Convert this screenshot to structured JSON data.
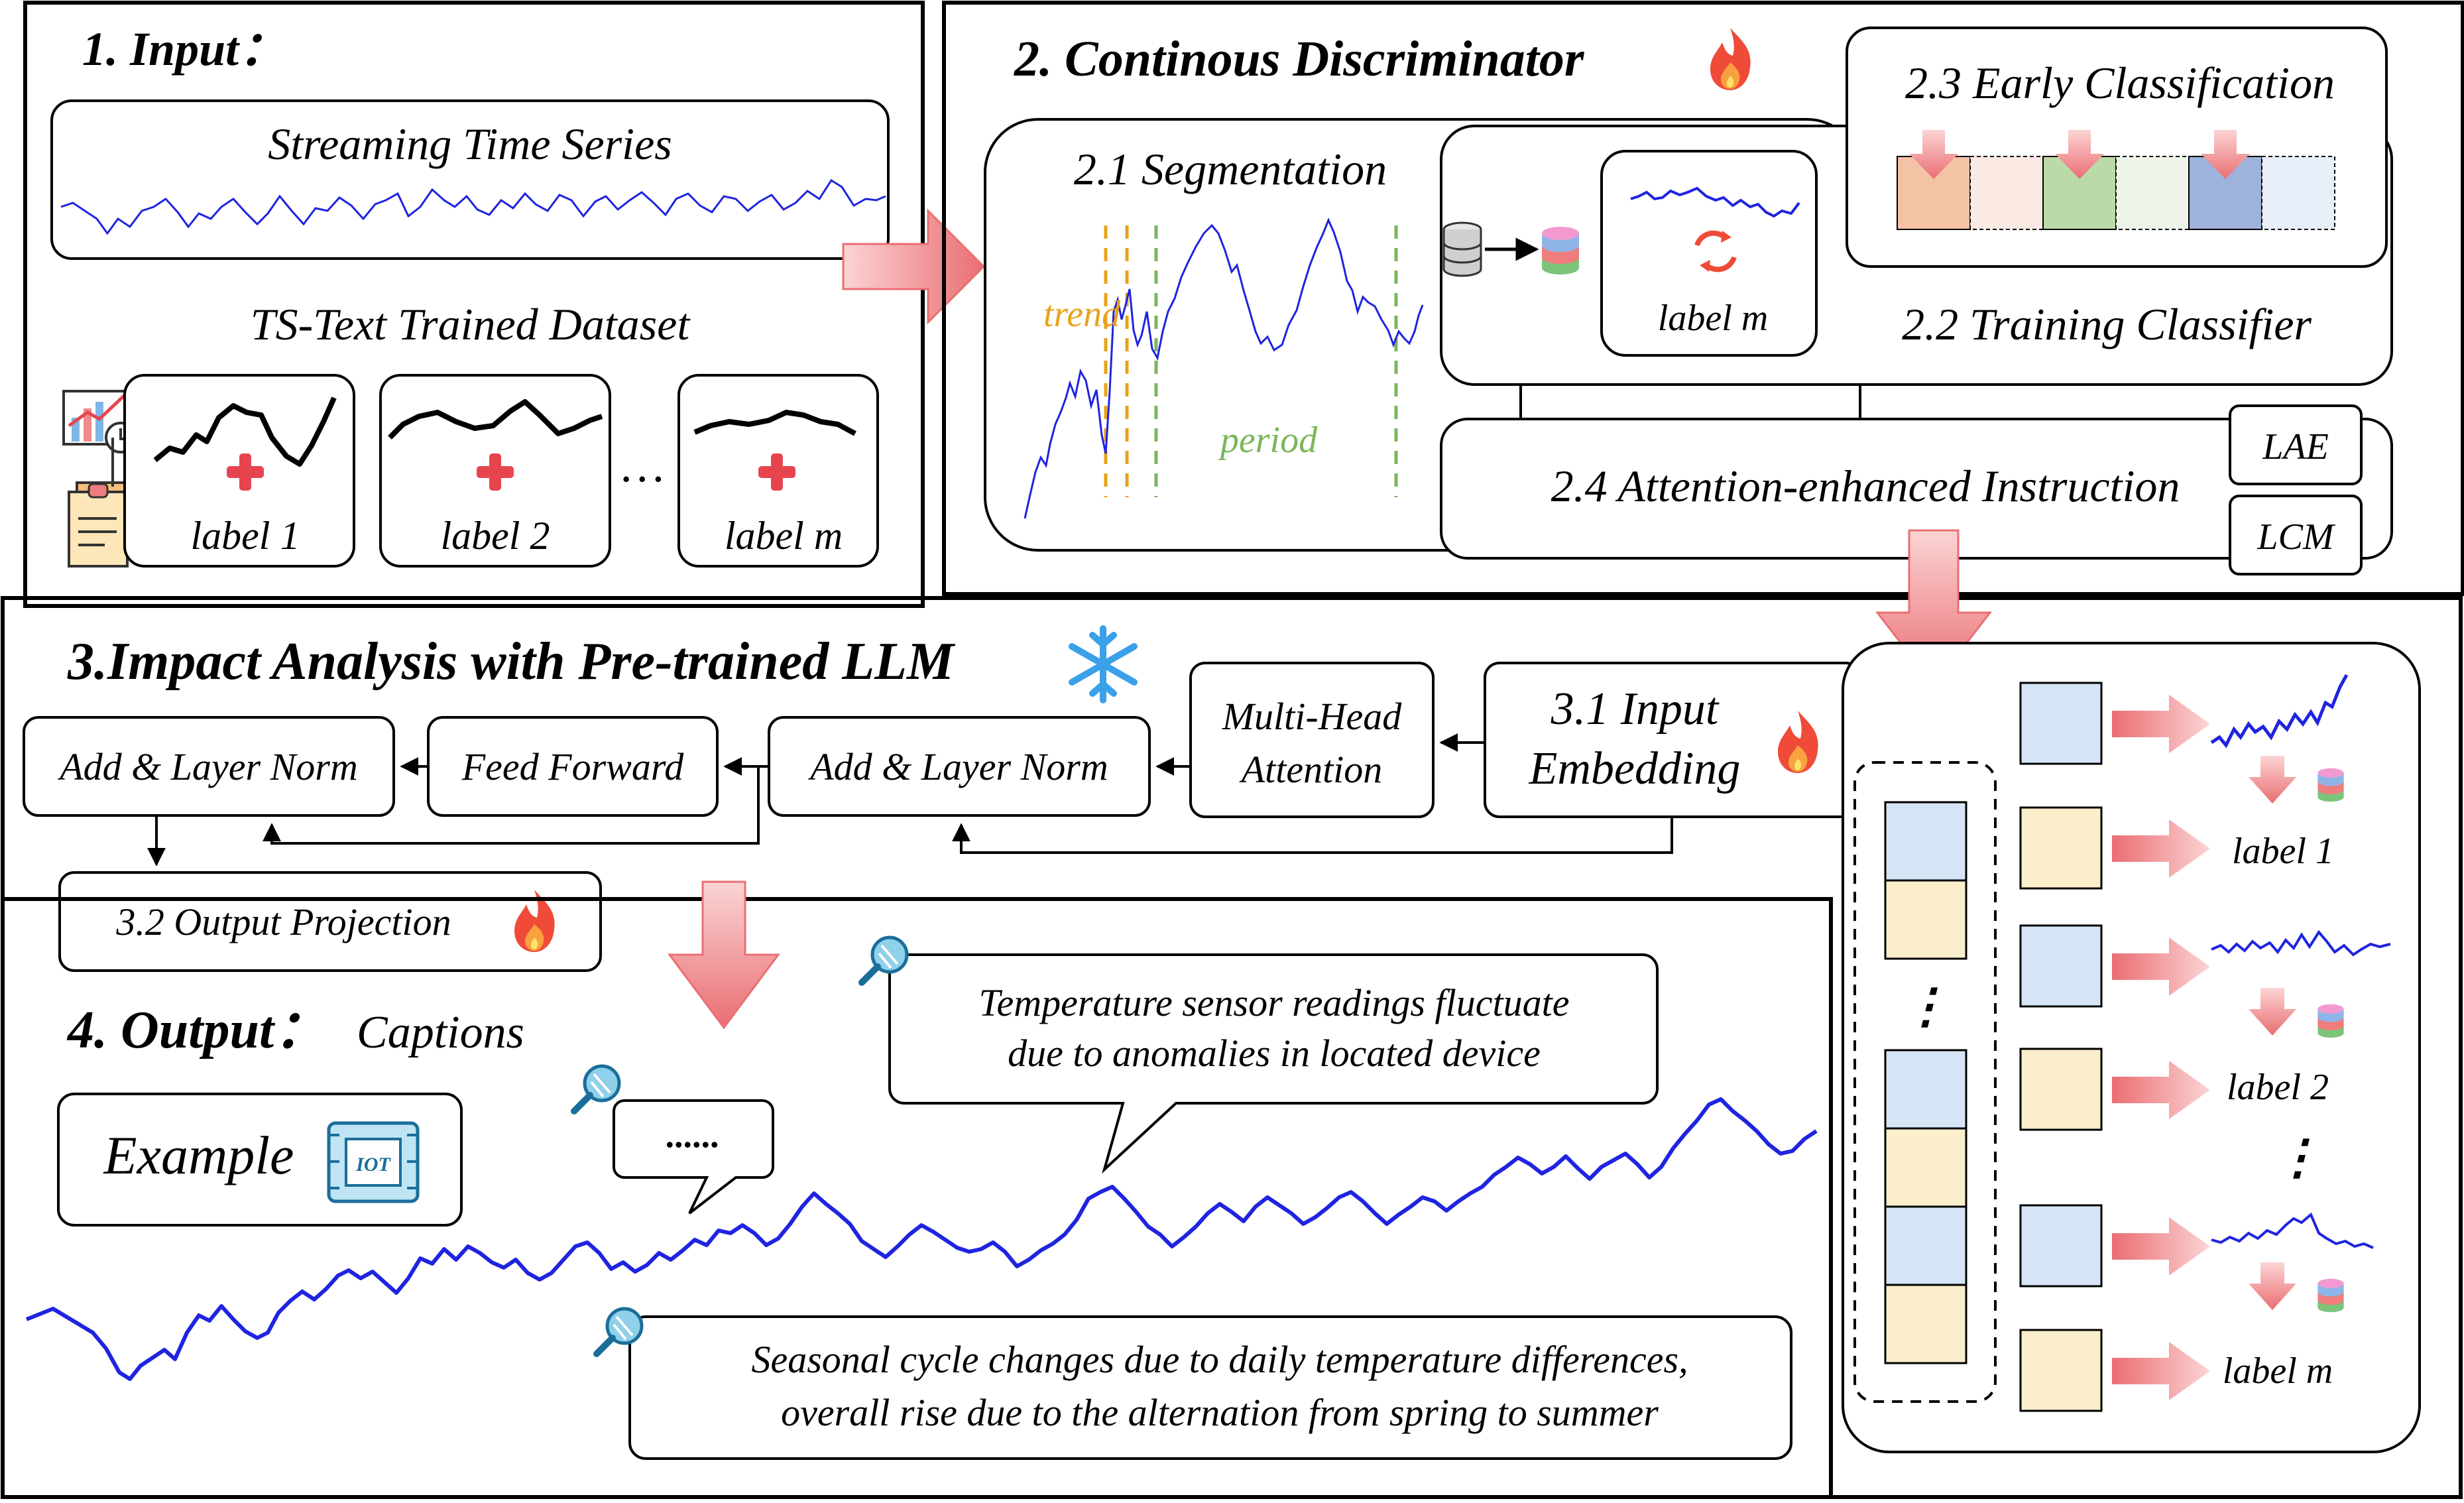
{
  "sec1": {
    "title": "1. Input：",
    "stream_title": "Streaming Time Series",
    "dataset_title": "TS-Text Trained Dataset",
    "ellipsis": "…",
    "labels": [
      "label 1",
      "label 2",
      "label m"
    ]
  },
  "sec2": {
    "title": "2. Continous Discriminator",
    "seg_title": "2.1 Segmentation",
    "trend": "trend",
    "period": "period",
    "label_m": "label m",
    "early_title": "2.3 Early Classification",
    "train_title": "2.2 Training Classifier",
    "attn_title": "2.4 Attention-enhanced Instruction",
    "lae": "LAE",
    "lcm": "LCM"
  },
  "sec3": {
    "title": "3.Impact Analysis with Pre-trained LLM",
    "addnorm_left": "Add & Layer Norm",
    "feed_forward": "Feed Forward",
    "addnorm_right": "Add & Layer Norm",
    "mha_line1": "Multi-Head",
    "mha_line2": "Attention",
    "input_emb_line1": "3.1 Input",
    "input_emb_line2": "Embedding",
    "output_proj": "3.2 Output Projection"
  },
  "right": {
    "labels": [
      "label 1",
      "label 2",
      "label m"
    ],
    "dots": "⋮"
  },
  "sec4": {
    "title": "4. Output：",
    "subtitle": "Captions",
    "example": "Example",
    "chip_text": "IOT",
    "bubble_small": "......",
    "bubble_top_line1": "Temperature sensor readings fluctuate",
    "bubble_top_line2": "due to anomalies in located device",
    "bubble_bottom_line1": "Seasonal cycle changes due to daily temperature differences,",
    "bubble_bottom_line2": "overall rise due to the alternation from spring to summer"
  },
  "colors": {
    "series_blue": "#1f24e0",
    "arrow_pink": "#ee8a8c",
    "fire_red": "#ef4b38",
    "fire_orange": "#f9a03f",
    "snow_blue": "#3aa0e8",
    "seg_orange": "#e8a31a",
    "seg_green": "#7bb65b",
    "cell_blue": "#d5e5f5",
    "cell_yellow": "#fbeecb",
    "early_salmon": "#f4c3a6",
    "early_green": "#bcd9a8",
    "early_blue": "#9db3dc",
    "plus_red": "#e6454f"
  },
  "icons": [
    "fire-icon",
    "snowflake-icon",
    "database-icon",
    "refresh-icon",
    "magnifier-icon",
    "chip-icon",
    "chart-icon",
    "document-icon",
    "plus-icon"
  ]
}
